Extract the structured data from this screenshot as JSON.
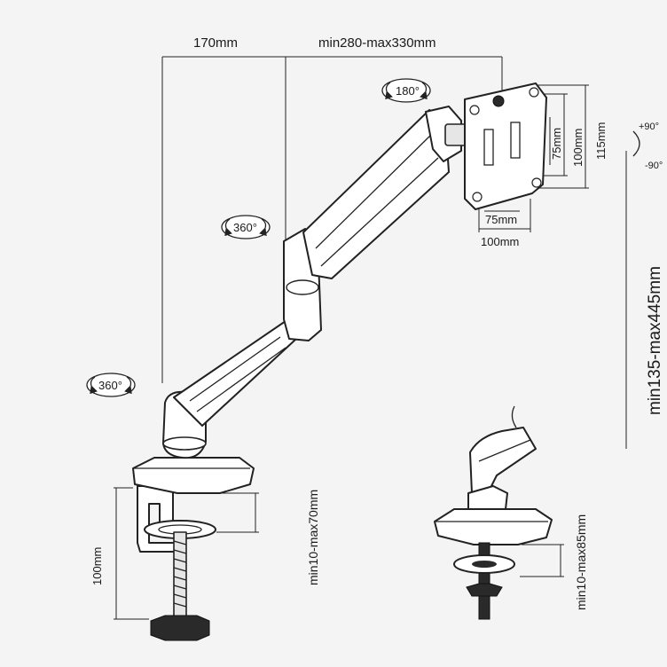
{
  "dimensions": {
    "offset_width": "170mm",
    "arm_reach": "min280-max330mm",
    "plate_inner_height": "75mm",
    "plate_outer_height": "100mm",
    "plate_total_height": "115mm",
    "plate_inner_width": "75mm",
    "plate_outer_width": "100mm",
    "height_range": "min135-max445mm",
    "clamp_depth": "100mm",
    "clamp_thickness": "min10-max70mm",
    "grommet_thickness": "min10-max85mm"
  },
  "rotations": {
    "head_swivel": "180°",
    "arm_swivel": "360°",
    "base_swivel": "360°",
    "tilt_up": "+90°",
    "tilt_down": "-90°"
  }
}
